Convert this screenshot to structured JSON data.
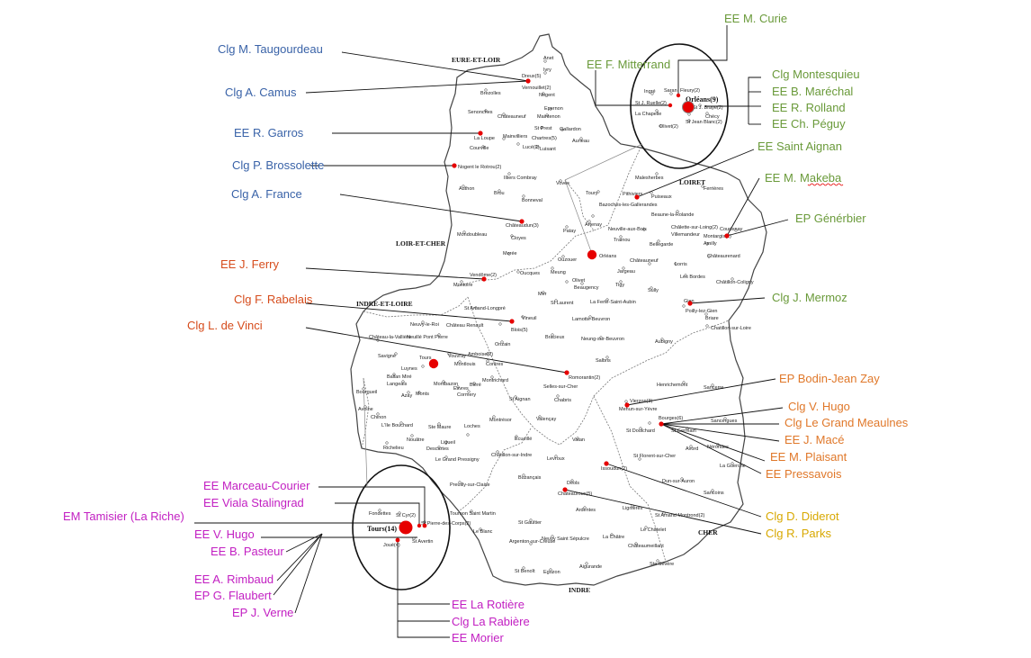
{
  "colors": {
    "blue": "#3a63a8",
    "green": "#6a9a3a",
    "red": "#d64c1c",
    "orange": "#e0782a",
    "yellow": "#d8a800",
    "magenta": "#c21fc2",
    "dot": "#e60000"
  },
  "departments": [
    "EURE-ET-LOIR",
    "LOIRET",
    "LOIR-ET-CHER",
    "INDRE-ET-LOIRE",
    "CHER",
    "INDRE"
  ],
  "cities": {
    "orleans": "Orléans(9)",
    "tours": "Tours(14)"
  },
  "labels": {
    "ee_curie": "EE M. Curie",
    "ee_mitterrand": "EE F. Mitterrand",
    "clg_montesquieu": "Clg Montesquieu",
    "ee_marechal": "EE B. Maréchal",
    "ee_rolland": "EE R. Rolland",
    "ee_peguy": "EE Ch. Péguy",
    "ee_saint_aignan": "EE Saint Aignan",
    "ee_makeba": "EE M. Makeba",
    "ep_genebrier": "EP Générbier",
    "clg_mermoz": "Clg J. Mermoz",
    "clg_taugourdeau": "Clg M. Taugourdeau",
    "clg_camus": "Clg A. Camus",
    "ee_garros": "EE R. Garros",
    "clg_brossolette": "Clg P. Brossolette",
    "clg_france": "Clg A. France",
    "ee_ferry": "EE J. Ferry",
    "clg_rabelais": "Clg F. Rabelais",
    "clg_vinci": "Clg  L. de Vinci",
    "ep_bodin": "EP Bodin-Jean Zay",
    "clg_hugo": "Clg V. Hugo",
    "clg_meaulnes": "Clg Le Grand Meaulnes",
    "ee_mace": "EE J. Macé",
    "ee_plaisant": "EE M. Plaisant",
    "ee_pressavois": "EE Pressavois",
    "clg_diderot": "Clg D. Diderot",
    "clg_parks": "Clg R. Parks",
    "ee_marceau": "EE Marceau-Courier",
    "ee_viala": "EE Viala Stalingrad",
    "em_tamisier": "EM Tamisier (La Riche)",
    "ee_vhugo": "EE V. Hugo",
    "ee_pasteur": "EE B. Pasteur",
    "ee_rimbaud": "EE A. Rimbaud",
    "ep_flaubert": "EP G. Flaubert",
    "ep_verne": "EP J. Verne",
    "ee_rotiere": "EE La Rotière",
    "clg_rabiere": "Clg La Rabière",
    "ee_morier": "EE Morier"
  },
  "towns": {
    "anet": "Anet",
    "ivry": "Ivry",
    "dreux": "Dreux(5)",
    "vernouillet": "Vernouillet(2)",
    "brezolles": "Brezolles",
    "nogent": "Nogent",
    "senonches": "Senonches",
    "epernon": "Epernon",
    "chateauneuf_el": "Châteauneuf",
    "maintenon": "Maintenon",
    "la_loupe": "La Loupe",
    "mainvilliers": "Mainvilliers",
    "chartres": "Chartres(5)",
    "st_prest": "St Prest",
    "gallardon": "Gallardon",
    "courville": "Courville",
    "luce": "Lucé(2)",
    "auneau": "Auneau",
    "luisant": "Luisant",
    "nogent_rotrou": "Nogent le Rotrou(2)",
    "illiers": "Illiers Combray",
    "voves": "Voves",
    "authon": "Authon",
    "brou": "Brou",
    "bonneval": "Bonneval",
    "chateaudun": "Châteaudun(3)",
    "cloyes": "Cloyes",
    "mondoubleau": "Mondoubleau",
    "ingre": "Ingré",
    "saran": "Saran",
    "fleury": "Fleury(2)",
    "st_ruelle": "St J. Ruelle(2)",
    "st_braye": "St J. Braye(2)",
    "la_chapelle": "La Chapelle",
    "checy": "Chécy",
    "olivet": "Olivet(2)",
    "st_blanc": "St Jean Blanc(2)",
    "malesherbes": "Malesherbes",
    "toury": "Toury",
    "pithiviers": "Pithiviers",
    "puiseaux": "Puiseaux",
    "bazoches": "Bazoches-les-Gallerandes",
    "ferrieres": "Ferrières",
    "beaune": "Beaune-la-Rolande",
    "patay": "Patay",
    "neuville": "Neuville-aux-Bois",
    "chalette": "Châlette-sur-Loing(2)",
    "courtenay": "Courtenay",
    "artenay": "Artenay",
    "trainou": "Trainou",
    "bellegarde": "Bellegarde",
    "villemandeur": "Villemandeur",
    "montargis": "Montargis(2)",
    "amilly": "Amilly",
    "orleans_t": "Orléans",
    "chateauneuf_lo": "Châteauneuf",
    "lorris": "Lorris",
    "chateaurenard": "Châteaurenard",
    "ouzouer": "Ouzouer",
    "meung": "Meung",
    "jargeau": "Jargeau",
    "les_bordes": "Les Bordes",
    "chatillon_coligny": "Châtillon-Coligny",
    "olivet2": "Olivet",
    "beaugency": "Beaugency",
    "tigy": "Tigy",
    "sully": "Sully",
    "morée": "Morée",
    "oucques": "Oucques",
    "mer": "Mer",
    "st_laurent": "St Laurent",
    "ferte": "La Ferté-Saint-Aubin",
    "gien": "Gien",
    "poilly": "Poilly-lez-Gien",
    "briare": "Briare",
    "vendome": "Vendôme(2)",
    "montoire": "Montoire",
    "st_amand_longpre": "St Amand-Longpré",
    "vineuil": "Vineuil",
    "blois": "Blois(5)",
    "lamotte": "Lamotte-Beuvron",
    "chatillon_loire": "Chatillon-sur-Loire",
    "neuvy_roi": "Neuvy-le-Roi",
    "chateau_renault": "Château Renault",
    "neuillé": "Neuillé Pont Pierre",
    "chateau_vallière": "Château-la-Vallière",
    "onzain": "Onzain",
    "bracieux": "Bracieux",
    "neung": "Neung-sur-Beuvron",
    "aubigny": "Aubigny",
    "savigné": "Savigné",
    "tours_t": "Tours",
    "vouvray": "Vouvray",
    "amboise": "Amboise(2)",
    "montlouis": "Montlouis",
    "contres": "Contres",
    "salbris": "Salbris",
    "luynes": "Luynes",
    "ballan": "Ballan Miré",
    "langeais": "Langeais",
    "azay": "Azay",
    "monts": "Monts",
    "montbazon": "Montbazon",
    "esvres": "Esvres",
    "bléré": "Bléré",
    "cormery": "Cormery",
    "montrichard": "Montrichard",
    "romorantin": "Romorantin(2)",
    "henrichemont": "Henrichemont",
    "sancerre": "Sancerre",
    "bourgueil": "Bourgueil",
    "st_aignan": "St Aignan",
    "selles": "Selles-sur-Cher",
    "chabris": "Chabris",
    "vierzon": "Vierzon(3)",
    "mehun": "Mehun-sur-Yèvre",
    "avoine": "Avoine",
    "chinon": "Chinon",
    "ile_bouchard": "L'Ile Bouchard",
    "ste_maure": "Ste Maure",
    "montrésor": "Montrésor",
    "valencay": "Valençay",
    "loches": "Loches",
    "bourges": "Bourges(6)",
    "sancergues": "Sancergues",
    "st_doulchard": "St Doulchard",
    "st_germain": "St Germain",
    "nouâtre": "Nouâtre",
    "ligueil": "Ligueil",
    "richelieu": "Richelieu",
    "descartes": "Descartes",
    "ecueillé": "Ecueillé",
    "vatan": "Vatan",
    "avord": "Avord",
    "nérondes": "Nérondes",
    "grand_pressigny": "Le Grand Pressigny",
    "chatillon_indre": "Châtillon-sur-Indre",
    "levroux": "Levroux",
    "issoudun": "Issoudun(2)",
    "st_florent": "St Florent-sur-Cher",
    "la_guerche": "La Guerche",
    "dun": "Dun-sur-Auron",
    "preuilly": "Preuilly-sur-Claise",
    "buzançais": "Buzançais",
    "déols": "Déols",
    "chateauroux": "Châteauroux(5)",
    "sancoins": "Sancoins",
    "tournon": "Tournon Saint Martin",
    "ardentes": "Ardentes",
    "lignières": "Lignières",
    "st_amand": "St Amand Montrond(2)",
    "st_gaultier": "St Gaultier",
    "le_chatelet": "Le Châtelet",
    "le_blanc": "Le Blanc",
    "neuvy_st_sep": "Neuvy Saint Sépulcre",
    "la_chatre": "La Châtre",
    "chateaumeillant": "Châteaumeillant",
    "argenton": "Argenton-sur-Creuse",
    "aigurande": "Aigurande",
    "ste_sevère": "Ste Sévère",
    "st_benoit": "St Benoît",
    "eguzon": "Eguzon",
    "fondettes": "Fondettes",
    "st_cyr": "St Cyr(2)",
    "st_pierre": "St Pierre-des-Corps(2)",
    "st_avertin": "St Avertin",
    "joué": "Joué(4)"
  }
}
